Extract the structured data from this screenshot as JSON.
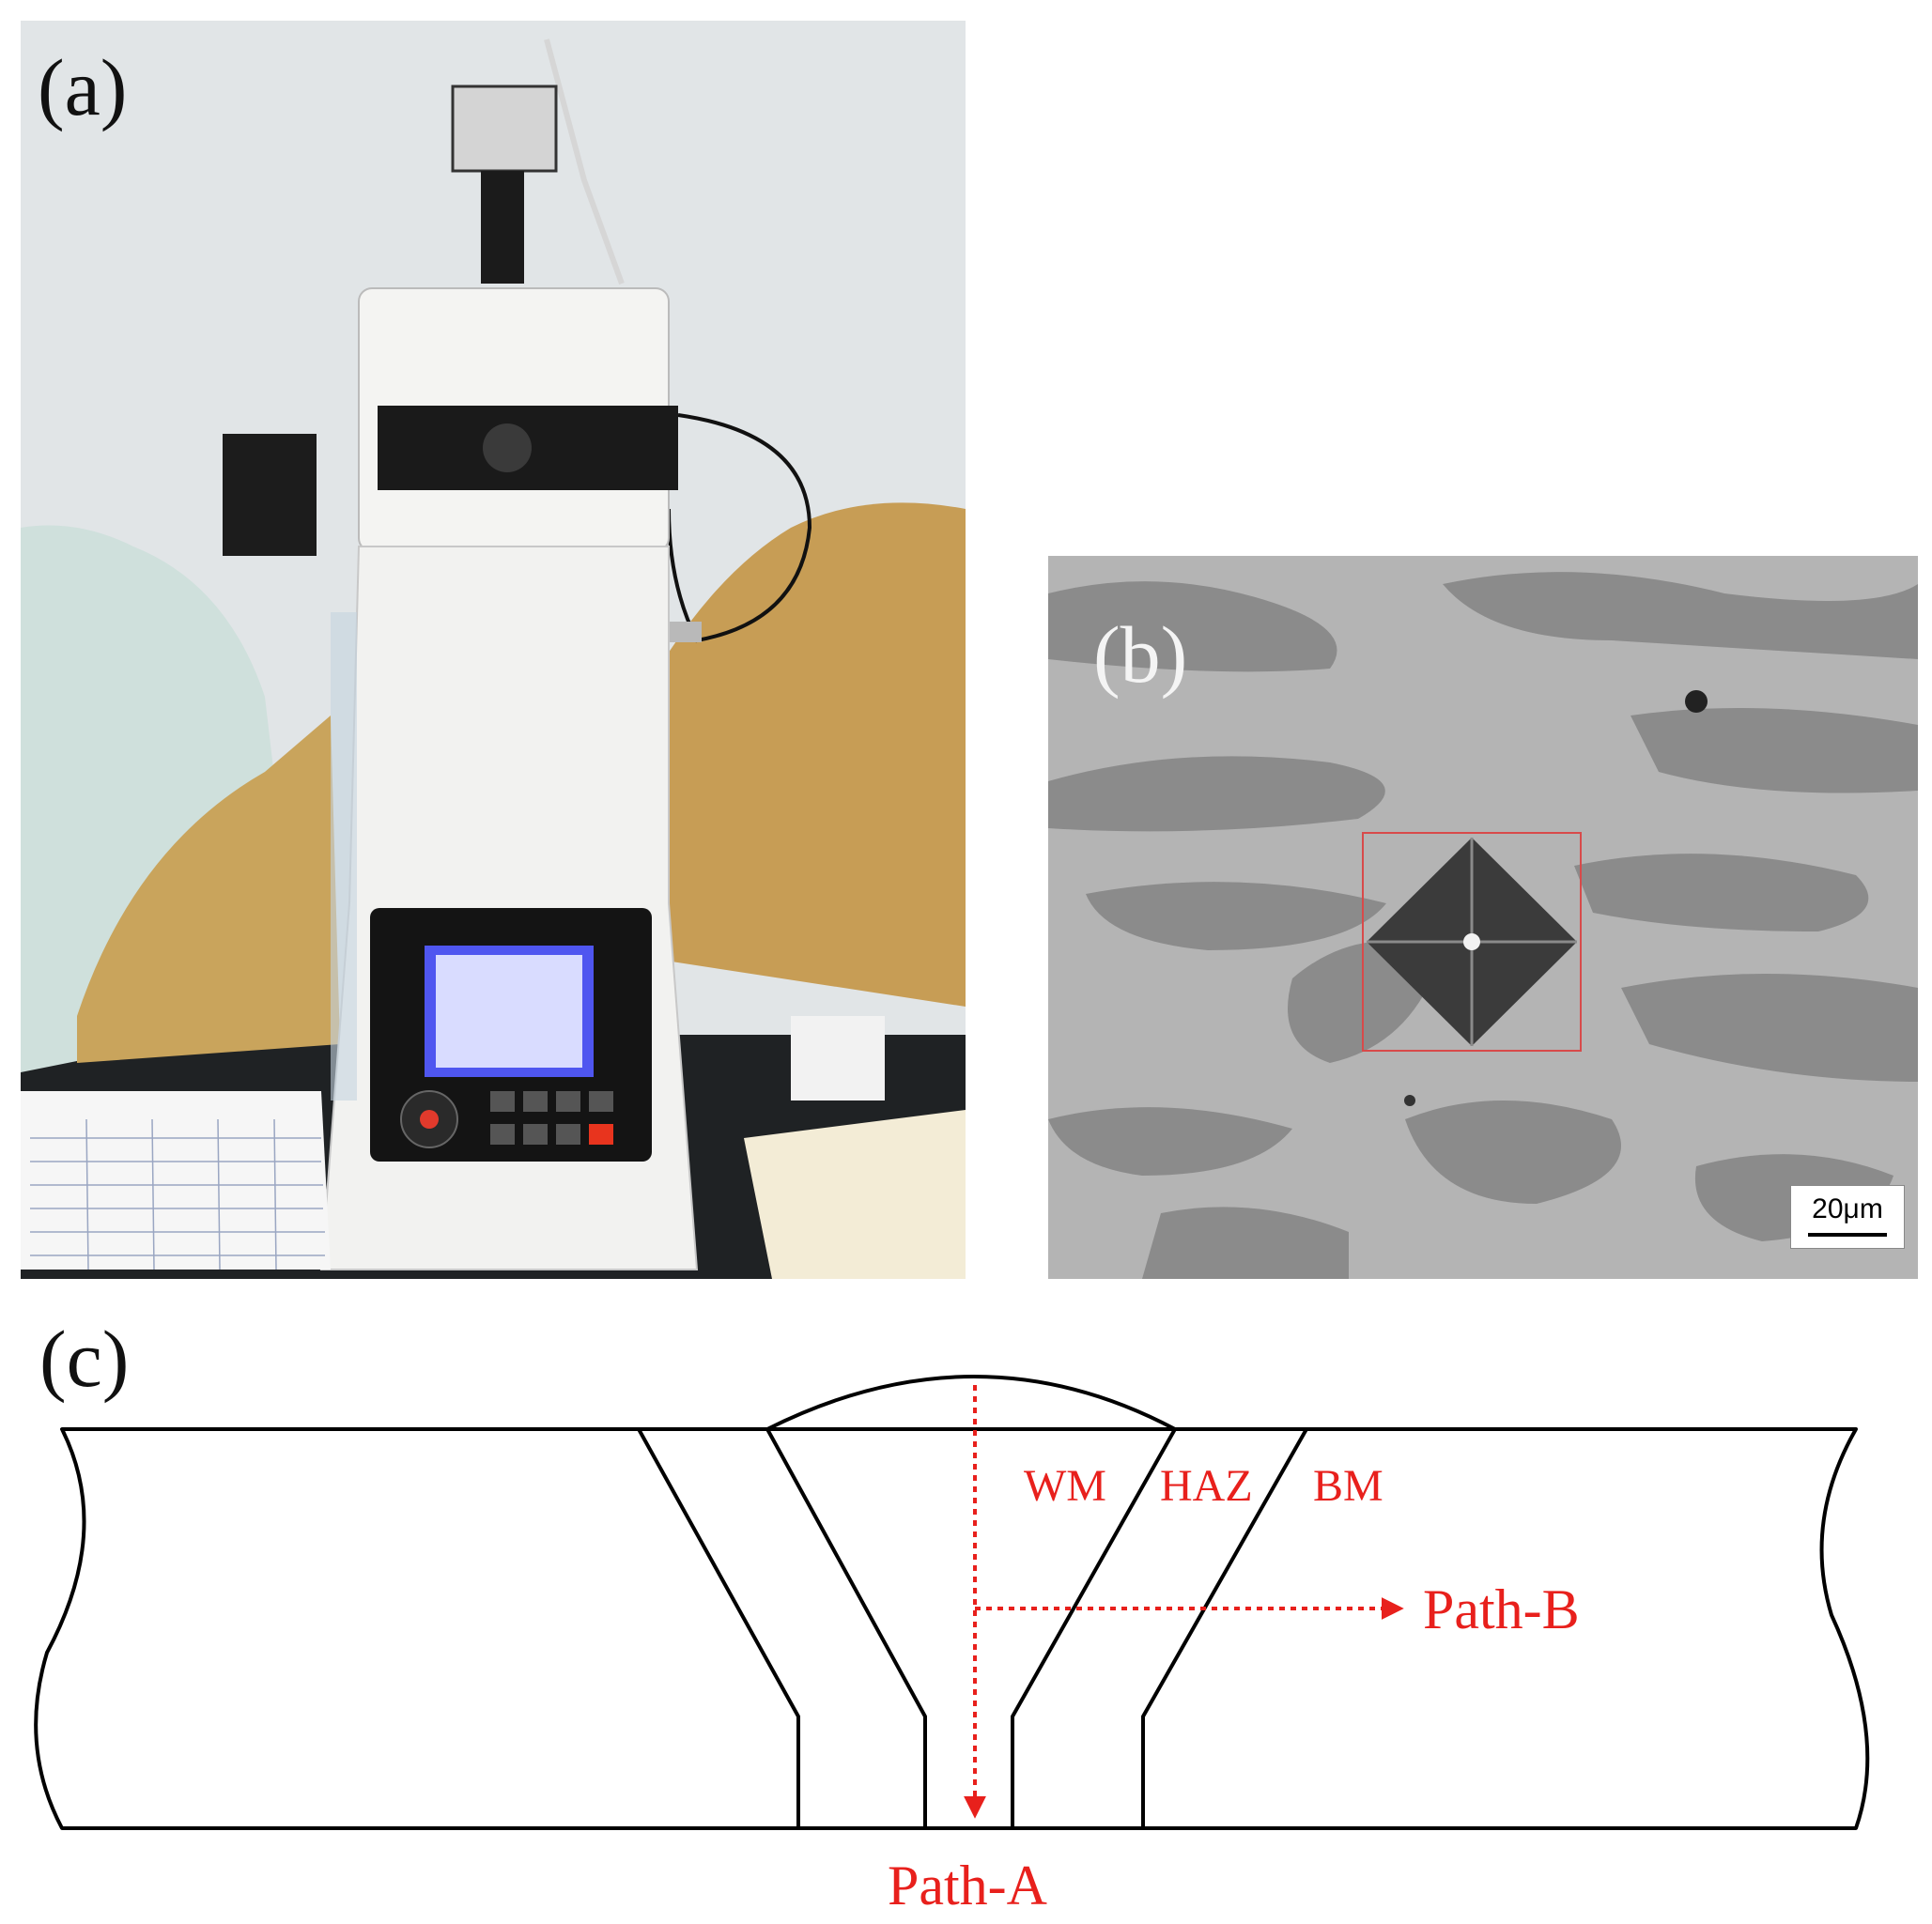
{
  "figure": {
    "panels": [
      {
        "id": "a",
        "label": "(a)"
      },
      {
        "id": "b",
        "label": "(b)",
        "scale_bar": "20μm"
      },
      {
        "id": "c",
        "label": "(c)"
      }
    ]
  },
  "weld_diagram": {
    "zones": {
      "wm": "WM",
      "haz": "HAZ",
      "bm": "BM"
    },
    "paths": {
      "a": "Path-A",
      "b": "Path-B"
    },
    "annotation_color": "#e8201c",
    "outline_color": "#000000"
  }
}
